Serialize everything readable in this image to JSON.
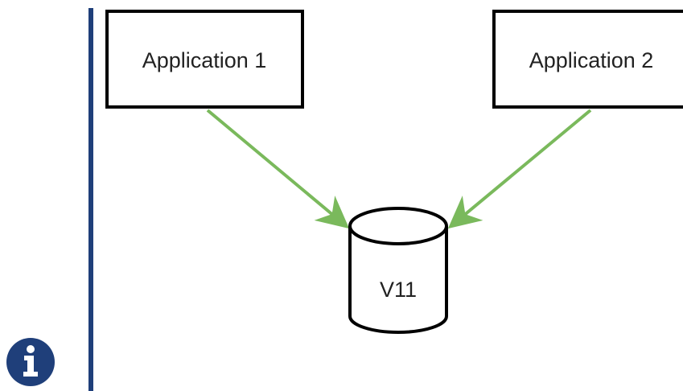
{
  "diagram": {
    "nodes": {
      "app1": {
        "label": "Application 1"
      },
      "app2": {
        "label": "Application 2"
      },
      "db": {
        "label": "V11"
      }
    },
    "edges": [
      {
        "from": "Application 1",
        "to": "V11"
      },
      {
        "from": "Application 2",
        "to": "V11"
      }
    ],
    "colors": {
      "edge": "#7ab95c",
      "border": "#000000",
      "sidebar": "#1f3f7a",
      "info_icon": "#1f3f7a"
    }
  },
  "icons": {
    "info": "info-icon"
  }
}
